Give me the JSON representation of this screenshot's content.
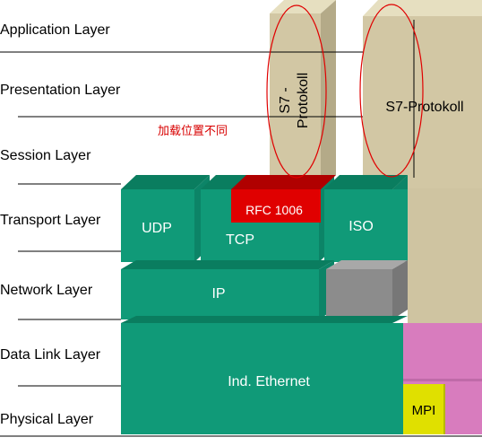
{
  "layers": [
    "Application Layer",
    "Presentation Layer",
    "Session Layer",
    "Transport Layer",
    "Network Layer",
    "Data Link Layer",
    "Physical Layer"
  ],
  "blocks": {
    "udp": "UDP",
    "tcp": "TCP",
    "iso": "ISO",
    "ip": "IP",
    "ethernet": "Ind. Ethernet",
    "rfc": "RFC 1006",
    "mpi": "MPI",
    "s7_left_line1": "S7 -",
    "s7_left_line2": "Protokoll",
    "s7_right": "S7-Protokoll"
  },
  "annotation": "加载位置不同",
  "colors": {
    "green_front": "#109a78",
    "green_top": "#0a7d5f",
    "green_side": "#0c8467",
    "tan_front": "#d2c7a4",
    "tan_top": "#e6dfc0",
    "tan_side": "#b4aa88",
    "red": "#e00000",
    "gray": "#8c8c8c",
    "pink": "#d87cbe",
    "yellow": "#e8e800",
    "annotation": "#d80000"
  }
}
